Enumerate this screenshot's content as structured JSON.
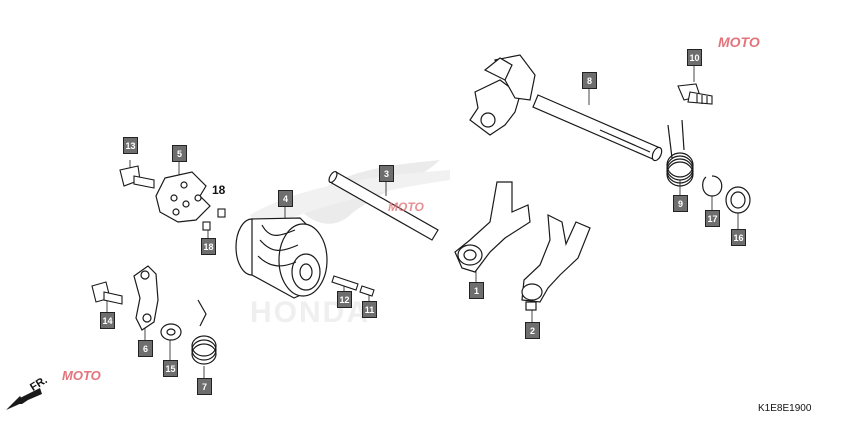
{
  "callouts": [
    {
      "id": "1",
      "label": "1"
    },
    {
      "id": "2",
      "label": "2"
    },
    {
      "id": "3",
      "label": "3"
    },
    {
      "id": "4",
      "label": "4"
    },
    {
      "id": "5",
      "label": "5"
    },
    {
      "id": "6",
      "label": "6"
    },
    {
      "id": "7",
      "label": "7"
    },
    {
      "id": "8",
      "label": "8"
    },
    {
      "id": "9",
      "label": "9"
    },
    {
      "id": "10",
      "label": "10"
    },
    {
      "id": "11",
      "label": "11"
    },
    {
      "id": "12",
      "label": "12"
    },
    {
      "id": "13",
      "label": "13"
    },
    {
      "id": "14",
      "label": "14"
    },
    {
      "id": "15",
      "label": "15"
    },
    {
      "id": "16",
      "label": "16"
    },
    {
      "id": "17",
      "label": "17"
    },
    {
      "id": "18",
      "label": "18"
    }
  ],
  "plain_label_18": "18",
  "direction_label": "FR.",
  "diagram_code": "K1E8E1900",
  "watermark_text": "MOTO",
  "watermark_brand": "HONDA",
  "colors": {
    "callout_fill": "#6e6e6e",
    "line": "#1a1a1a",
    "watermark_red": "#e2747b",
    "watermark_blue": "#7f8fd8"
  }
}
